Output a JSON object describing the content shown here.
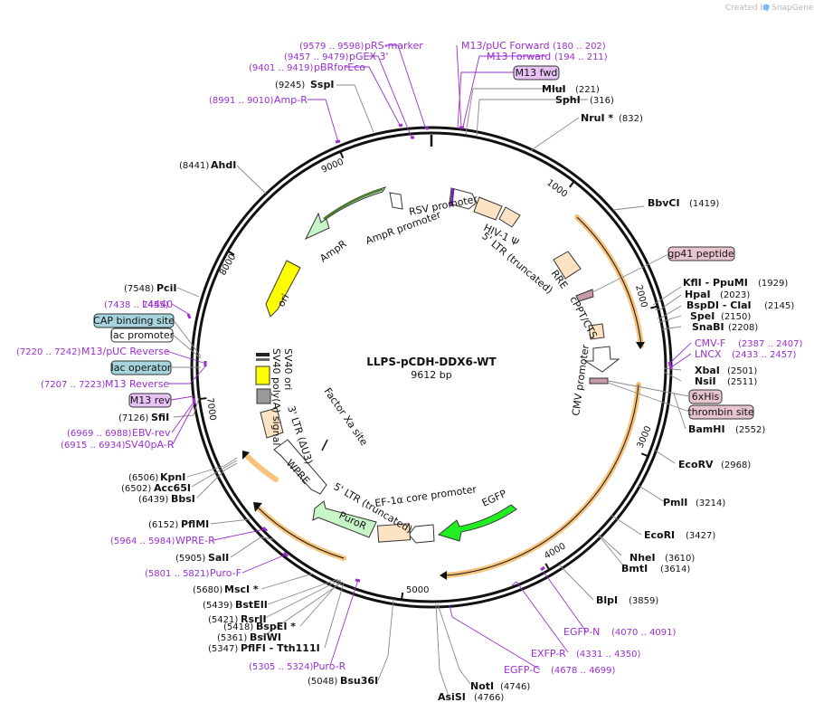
{
  "credit": {
    "prefix": "Created by",
    "brand": "SnapGene"
  },
  "plasmid": {
    "name": "LLPS-pCDH-DDX6-WT",
    "size_label": "9612 bp"
  },
  "ticks": [
    {
      "label": "1000",
      "bp": 1000
    },
    {
      "label": "2000",
      "bp": 2000
    },
    {
      "label": "3000",
      "bp": 3000
    },
    {
      "label": "4000",
      "bp": 4000
    },
    {
      "label": "5000",
      "bp": 5000
    },
    {
      "label": "7000",
      "bp": 7000
    },
    {
      "label": "8000",
      "bp": 8000
    },
    {
      "label": "9000",
      "bp": 9000
    }
  ],
  "sites": [
    {
      "name": "SspI",
      "pos": "(9245)",
      "bp": 9245
    },
    {
      "name": "MluI",
      "pos": "(221)",
      "bp": 221
    },
    {
      "name": "SphI",
      "pos": "(316)",
      "bp": 316
    },
    {
      "name": "NruI *",
      "pos": "(832)",
      "bp": 832
    },
    {
      "name": "AhdI",
      "pos": "(8441)",
      "bp": 8441
    },
    {
      "name": "BbvCI",
      "pos": "(1419)",
      "bp": 1419
    },
    {
      "name": "PciI",
      "pos": "(7548)",
      "bp": 7548
    },
    {
      "name": "KflI  - PpuMI",
      "pos": "(1929)",
      "bp": 1929
    },
    {
      "name": "HpaI",
      "pos": "(2023)",
      "bp": 2023
    },
    {
      "name": "BspDI  - ClaI",
      "pos": "(2145)",
      "bp": 2145
    },
    {
      "name": "SpeI",
      "pos": "(2150)",
      "bp": 2150
    },
    {
      "name": "SnaBI",
      "pos": "(2208)",
      "bp": 2208
    },
    {
      "name": "XbaI",
      "pos": "(2501)",
      "bp": 2501
    },
    {
      "name": "NsiI",
      "pos": "(2511)",
      "bp": 2511
    },
    {
      "name": "SfiI",
      "pos": "(7126)",
      "bp": 7126
    },
    {
      "name": "BamHI",
      "pos": "(2552)",
      "bp": 2552
    },
    {
      "name": "EcoRV",
      "pos": "(2968)",
      "bp": 2968
    },
    {
      "name": "KpnI",
      "pos": "(6506)",
      "bp": 6506
    },
    {
      "name": "Acc65I",
      "pos": "(6502)",
      "bp": 6502
    },
    {
      "name": "BbsI",
      "pos": "(6439)",
      "bp": 6439
    },
    {
      "name": "PmlI",
      "pos": "(3214)",
      "bp": 3214
    },
    {
      "name": "PflMI",
      "pos": "(6152)",
      "bp": 6152
    },
    {
      "name": "EcoRI",
      "pos": "(3427)",
      "bp": 3427
    },
    {
      "name": "SalI",
      "pos": "(5905)",
      "bp": 5905
    },
    {
      "name": "NheI",
      "pos": "(3610)",
      "bp": 3610
    },
    {
      "name": "BmtI",
      "pos": "(3614)",
      "bp": 3614
    },
    {
      "name": "MscI *",
      "pos": "(5680)",
      "bp": 5680
    },
    {
      "name": "BlpI",
      "pos": "(3859)",
      "bp": 3859
    },
    {
      "name": "BstEII",
      "pos": "(5439)",
      "bp": 5439
    },
    {
      "name": "RsrII",
      "pos": "(5421)",
      "bp": 5421
    },
    {
      "name": "BspEI *",
      "pos": "(5418)",
      "bp": 5418
    },
    {
      "name": "BsiWI",
      "pos": "(5361)",
      "bp": 5361
    },
    {
      "name": "PflFI  - Tth111I",
      "pos": "(5347)",
      "bp": 5347
    },
    {
      "name": "Bsu36I",
      "pos": "(5048)",
      "bp": 5048
    },
    {
      "name": "NotI",
      "pos": "(4746)",
      "bp": 4746
    },
    {
      "name": "AsiSI",
      "pos": "(4766)",
      "bp": 4766
    }
  ],
  "primers": [
    {
      "name": "pRS-marker",
      "pos": "(9579 .. 9598)"
    },
    {
      "name": "pGEX 3'",
      "pos": "(9457 .. 9479)"
    },
    {
      "name": "pBRforEco",
      "pos": "(9401 .. 9419)"
    },
    {
      "name": "M13/pUC Forward",
      "pos": "(180 .. 202)"
    },
    {
      "name": "M13 Forward",
      "pos": "(194 .. 211)"
    },
    {
      "name": "Amp-R",
      "pos": "(8991 .. 9010)"
    },
    {
      "name": "L4440",
      "pos": "(7438 .. 7455)"
    },
    {
      "name": "CMV-F",
      "pos": "(2387 .. 2407)"
    },
    {
      "name": "LNCX",
      "pos": "(2433 .. 2457)"
    },
    {
      "name": "M13/pUC Reverse",
      "pos": "(7220 .. 7242)"
    },
    {
      "name": "M13 Reverse",
      "pos": "(7207 .. 7223)"
    },
    {
      "name": "EBV-rev",
      "pos": "(6969 .. 6988)"
    },
    {
      "name": "SV40pA-R",
      "pos": "(6915 .. 6934)"
    },
    {
      "name": "WPRE-R",
      "pos": "(5964 .. 5984)"
    },
    {
      "name": "Puro-F",
      "pos": "(5801 .. 5821)"
    },
    {
      "name": "Puro-R",
      "pos": "(5305 .. 5324)"
    },
    {
      "name": "EGFP-N",
      "pos": "(4070 .. 4091)"
    },
    {
      "name": "EXFP-R",
      "pos": "(4331 .. 4350)"
    },
    {
      "name": "EGFP-C",
      "pos": "(4678 .. 4699)"
    }
  ],
  "boxed_labels": [
    "M13 fwd",
    "gp41 peptide",
    "6xHis",
    "thrombin site",
    "CAP binding site",
    "lac promoter",
    "lac operator",
    "M13 rev"
  ],
  "features": [
    "RSV promoter",
    "AmpR promoter",
    "AmpR",
    "ori",
    "HIV-1 Ψ",
    "5' LTR (truncated)",
    "RRE",
    "cPPT/CTS",
    "CMV promoter",
    "SV40 ori",
    "SV40 poly(A) signal",
    "3' LTR (ΔU3)",
    "Factor Xa site",
    "WPRE",
    "5' LTR (truncated)",
    "EF-1α core promoter",
    "PuroR",
    "EGFP"
  ],
  "colors": {
    "backbone": "#111111",
    "primer": "#9a2fd0",
    "ampr": "#c8f5c8",
    "ori": "#ffff00",
    "egfp": "#22ee22",
    "ltr": "#fde3c4",
    "orf_highlight": "#f7c37c"
  }
}
